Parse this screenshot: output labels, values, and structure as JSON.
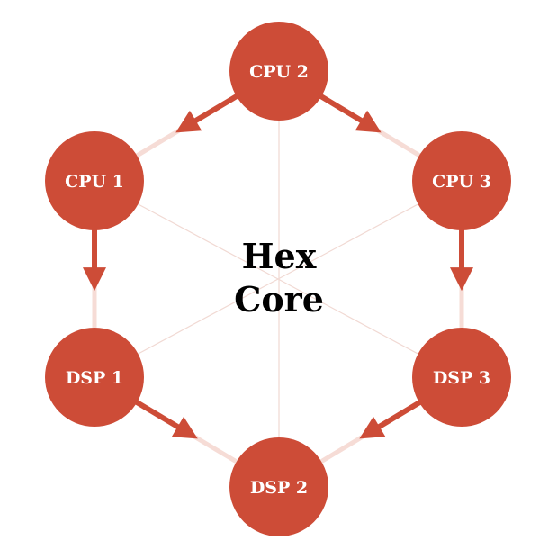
{
  "diagram": {
    "center": {
      "line1": "Hex",
      "line2": "Core"
    },
    "nodes": [
      {
        "id": "cpu2",
        "label": "CPU 2"
      },
      {
        "id": "cpu3",
        "label": "CPU 3"
      },
      {
        "id": "dsp3",
        "label": "DSP 3"
      },
      {
        "id": "dsp2",
        "label": "DSP 2"
      },
      {
        "id": "dsp1",
        "label": "DSP 1"
      },
      {
        "id": "cpu1",
        "label": "CPU 1"
      }
    ],
    "arrows": [
      {
        "from": "cpu2",
        "to": "cpu1"
      },
      {
        "from": "cpu2",
        "to": "cpu3"
      },
      {
        "from": "cpu1",
        "to": "dsp1"
      },
      {
        "from": "cpu3",
        "to": "dsp3"
      },
      {
        "from": "dsp1",
        "to": "dsp2"
      },
      {
        "from": "dsp3",
        "to": "dsp2"
      }
    ],
    "colors": {
      "node_fill": "#cd4c37",
      "arrow": "#cd4c37",
      "hex_edge": "#f6dcd6",
      "spoke": "#f1d9d3",
      "center_text": "#000000"
    }
  }
}
